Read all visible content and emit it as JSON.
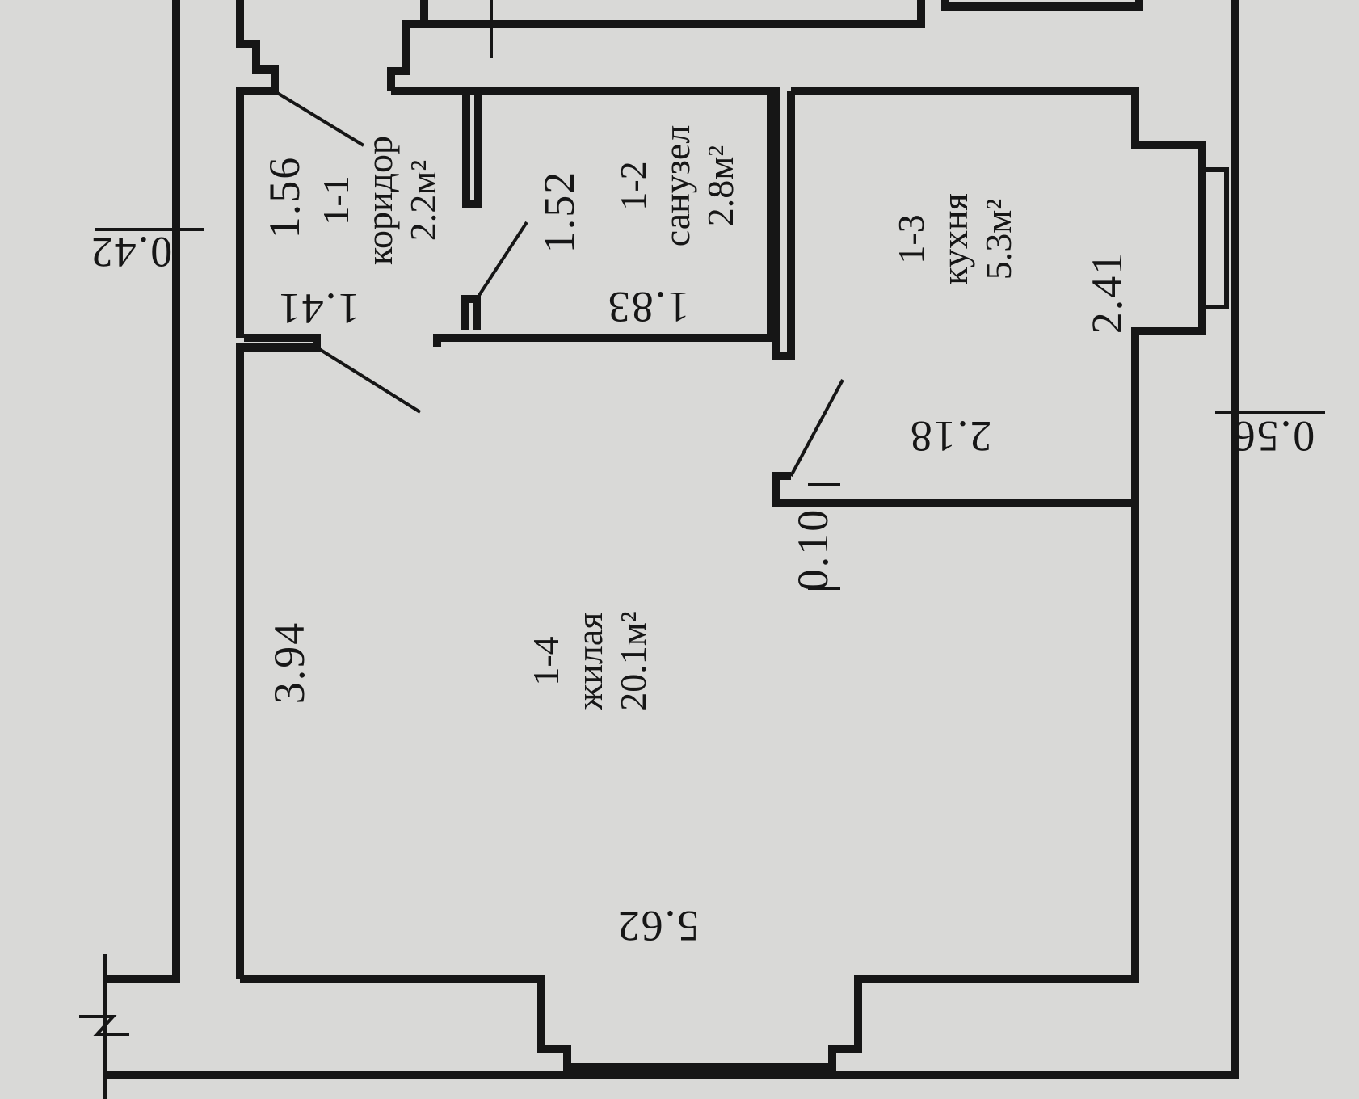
{
  "rooms": {
    "corridor": {
      "number": "1-1",
      "name": "коридор",
      "area": "2.2м²"
    },
    "bathroom": {
      "number": "1-2",
      "name": "санузел",
      "area": "2.8м²"
    },
    "kitchen": {
      "number": "1-3",
      "name": "кухня",
      "area": "5.3м²"
    },
    "living": {
      "number": "1-4",
      "name": "жилая",
      "area": "20.1м²"
    }
  },
  "dimensions": {
    "corridor_length": "1.56",
    "corridor_width": "1.41",
    "bathroom_length": "1.52",
    "bathroom_width": "1.83",
    "kitchen_length": "2.41",
    "kitchen_width": "2.18",
    "partition_thickness": "0.10",
    "living_width": "3.94",
    "living_length": "5.62",
    "outer_wall_top": "0.42",
    "outer_wall_bottom": "0.56"
  },
  "colors": {
    "paper": "#d9d9d7",
    "ink": "#161616"
  }
}
